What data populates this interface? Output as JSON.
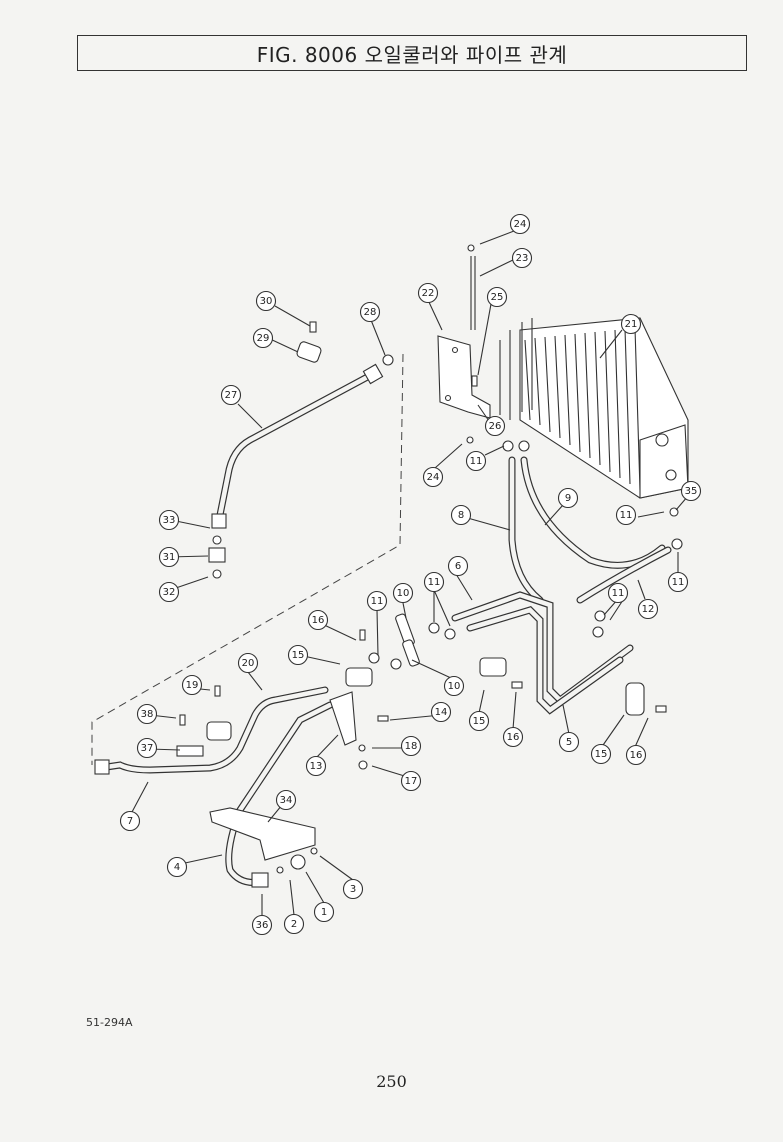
{
  "title": "FIG. 8006 오일쿨러와 파이프 관계",
  "figure_code": "51-294A",
  "page_number": "250",
  "callouts": [
    {
      "id": "b1",
      "label": "1"
    },
    {
      "id": "b2",
      "label": "2"
    },
    {
      "id": "b3",
      "label": "3"
    },
    {
      "id": "b4",
      "label": "4"
    },
    {
      "id": "b5",
      "label": "5"
    },
    {
      "id": "b6",
      "label": "6"
    },
    {
      "id": "b7",
      "label": "7"
    },
    {
      "id": "b8",
      "label": "8"
    },
    {
      "id": "b9",
      "label": "9"
    },
    {
      "id": "b10a",
      "label": "10"
    },
    {
      "id": "b10b",
      "label": "10"
    },
    {
      "id": "b11a",
      "label": "11"
    },
    {
      "id": "b11b",
      "label": "11"
    },
    {
      "id": "b11c",
      "label": "11"
    },
    {
      "id": "b11d",
      "label": "11"
    },
    {
      "id": "b11e",
      "label": "11"
    },
    {
      "id": "b11f",
      "label": "11"
    },
    {
      "id": "b12",
      "label": "12"
    },
    {
      "id": "b13",
      "label": "13"
    },
    {
      "id": "b14",
      "label": "14"
    },
    {
      "id": "b15a",
      "label": "15"
    },
    {
      "id": "b15b",
      "label": "15"
    },
    {
      "id": "b15c",
      "label": "15"
    },
    {
      "id": "b16a",
      "label": "16"
    },
    {
      "id": "b16b",
      "label": "16"
    },
    {
      "id": "b16c",
      "label": "16"
    },
    {
      "id": "b17",
      "label": "17"
    },
    {
      "id": "b18",
      "label": "18"
    },
    {
      "id": "b19",
      "label": "19"
    },
    {
      "id": "b20",
      "label": "20"
    },
    {
      "id": "b21",
      "label": "21"
    },
    {
      "id": "b22",
      "label": "22"
    },
    {
      "id": "b23",
      "label": "23"
    },
    {
      "id": "b24a",
      "label": "24"
    },
    {
      "id": "b24b",
      "label": "24"
    },
    {
      "id": "b25",
      "label": "25"
    },
    {
      "id": "b26",
      "label": "26"
    },
    {
      "id": "b27",
      "label": "27"
    },
    {
      "id": "b28",
      "label": "28"
    },
    {
      "id": "b29",
      "label": "29"
    },
    {
      "id": "b30",
      "label": "30"
    },
    {
      "id": "b31",
      "label": "31"
    },
    {
      "id": "b32",
      "label": "32"
    },
    {
      "id": "b33",
      "label": "33"
    },
    {
      "id": "b34",
      "label": "34"
    },
    {
      "id": "b35",
      "label": "35"
    },
    {
      "id": "b36",
      "label": "36"
    },
    {
      "id": "b37",
      "label": "37"
    },
    {
      "id": "b38",
      "label": "38"
    }
  ]
}
